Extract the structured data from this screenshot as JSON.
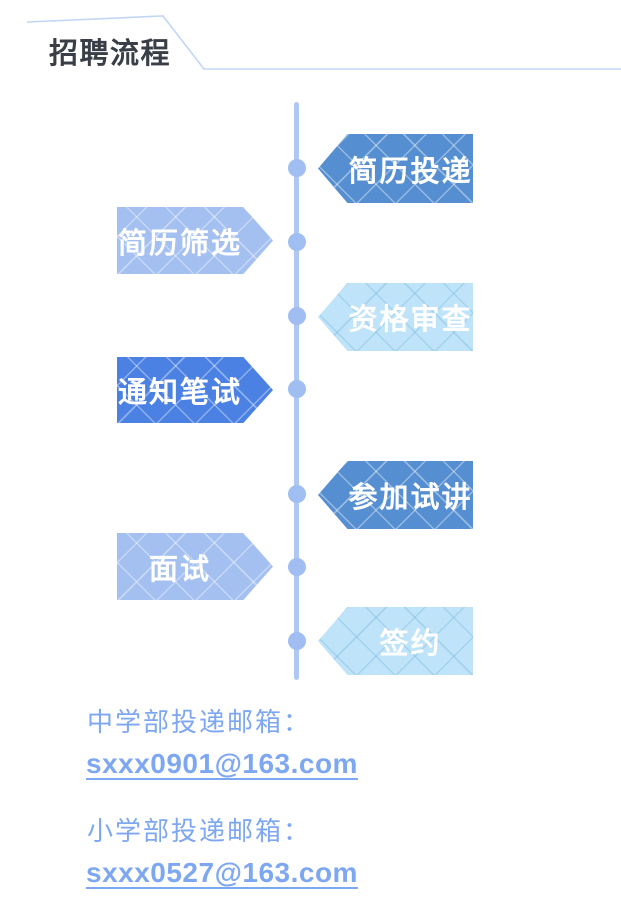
{
  "header": {
    "title": "招聘流程",
    "title_color": "#3a3f47",
    "line_color": "#c3d6f6"
  },
  "timeline": {
    "line_color": "#aec8f3",
    "dot_color": "#a0bef1",
    "steps": [
      {
        "label": "简历投递",
        "side": "right",
        "color": "#558fd1",
        "text_color": "#ffffff"
      },
      {
        "label": "简历筛选",
        "side": "left",
        "color": "#a3c0f0",
        "text_color": "#ffffff"
      },
      {
        "label": "资格审查",
        "side": "right",
        "color": "#bfe3f8",
        "text_color": "#ffffff"
      },
      {
        "label": "通知笔试",
        "side": "left",
        "color": "#4b81e3",
        "text_color": "#ffffff"
      },
      {
        "label": "参加试讲",
        "side": "right",
        "color": "#558fd1",
        "text_color": "#ffffff"
      },
      {
        "label": "面试",
        "side": "left",
        "color": "#a3c0f0",
        "text_color": "#ffffff"
      },
      {
        "label": "签约",
        "side": "right",
        "color": "#bfe3f8",
        "text_color": "#ffffff"
      }
    ]
  },
  "contacts": [
    {
      "label": "中学部投递邮箱：",
      "email": "sxxx0901@163.com"
    },
    {
      "label": "小学部投递邮箱：",
      "email": "sxxx0527@163.com"
    }
  ],
  "accent_text_color": "#7ea7f1"
}
